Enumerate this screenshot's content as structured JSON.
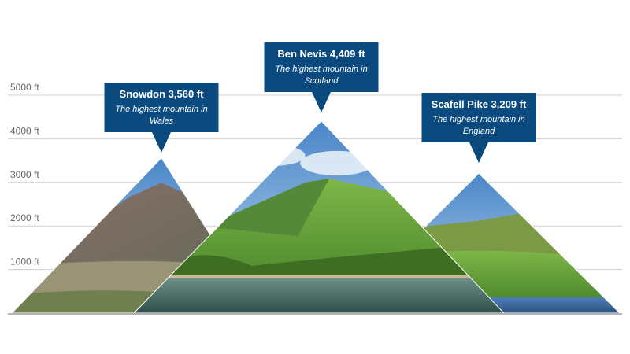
{
  "chart_data": {
    "type": "bar",
    "title": "",
    "xlabel": "",
    "ylabel": "",
    "ylim": [
      0,
      5000
    ],
    "yticks": [
      {
        "value": 1000,
        "label": "1000 ft"
      },
      {
        "value": 2000,
        "label": "2000 ft"
      },
      {
        "value": 3000,
        "label": "3000 ft"
      },
      {
        "value": 4000,
        "label": "4000 ft"
      },
      {
        "value": 5000,
        "label": "5000 ft"
      }
    ],
    "grid": true,
    "bar_shape": "triangle",
    "categories": [
      "Snowdon",
      "Ben Nevis",
      "Scafell Pike"
    ],
    "values": [
      3560,
      4409,
      3209
    ],
    "labels": [
      {
        "title": "Snowdon 3,560 ft",
        "subtitle_lines": [
          "The highest mountain in",
          "Wales"
        ]
      },
      {
        "title": "Ben Nevis 4,409 ft",
        "subtitle_lines": [
          "The highest mountain in",
          "Scotland"
        ]
      },
      {
        "title": "Scafell Pike 3,209 ft",
        "subtitle_lines": [
          "The highest mountain in",
          "England"
        ]
      }
    ],
    "colors": {
      "callout": "#0b4a7f",
      "grid": "#cfcfcf",
      "sky": "#6fa3d6",
      "grass": "#6aa63a",
      "rock": "#7a6a5e",
      "water": "#4d7a8a"
    }
  }
}
